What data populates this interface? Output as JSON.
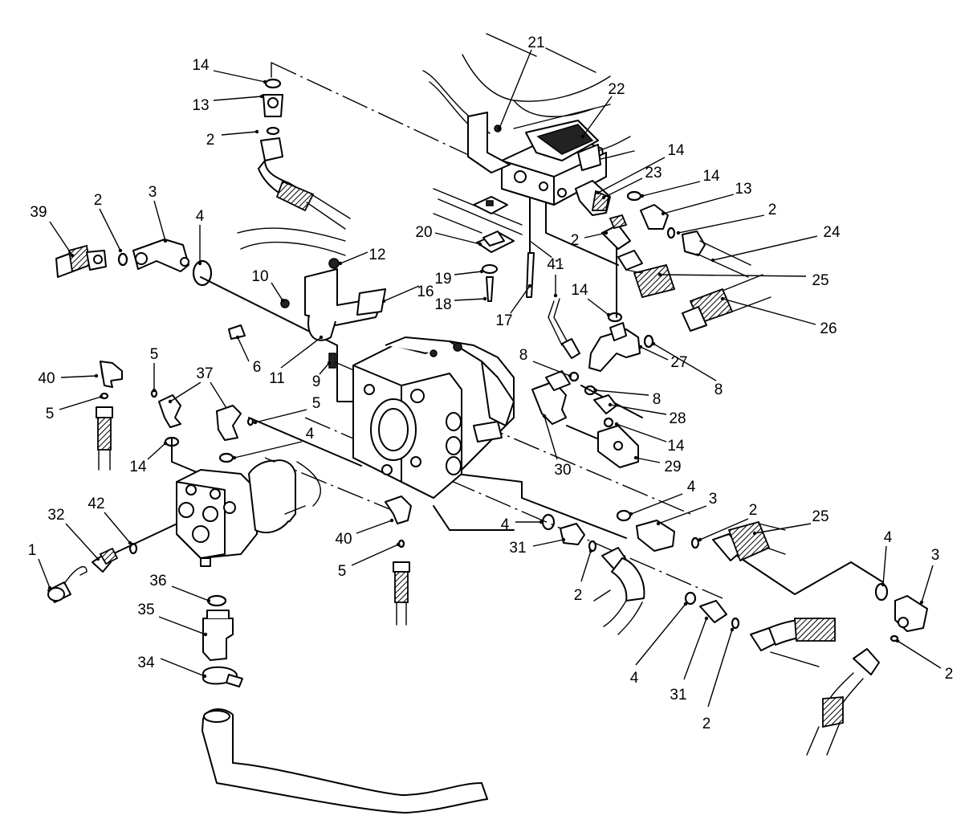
{
  "callouts": [
    {
      "label": "1"
    },
    {
      "label": "2"
    },
    {
      "label": "2"
    },
    {
      "label": "2"
    },
    {
      "label": "2"
    },
    {
      "label": "2"
    },
    {
      "label": "2"
    },
    {
      "label": "2"
    },
    {
      "label": "2"
    },
    {
      "label": "3"
    },
    {
      "label": "3"
    },
    {
      "label": "3"
    },
    {
      "label": "4"
    },
    {
      "label": "4"
    },
    {
      "label": "4"
    },
    {
      "label": "4"
    },
    {
      "label": "4"
    },
    {
      "label": "4"
    },
    {
      "label": "5"
    },
    {
      "label": "5"
    },
    {
      "label": "5"
    },
    {
      "label": "5"
    },
    {
      "label": "6"
    },
    {
      "label": "8"
    },
    {
      "label": "8"
    },
    {
      "label": "8"
    },
    {
      "label": "9"
    },
    {
      "label": "10"
    },
    {
      "label": "11"
    },
    {
      "label": "12"
    },
    {
      "label": "13"
    },
    {
      "label": "13"
    },
    {
      "label": "14"
    },
    {
      "label": "14"
    },
    {
      "label": "14"
    },
    {
      "label": "14"
    },
    {
      "label": "14"
    },
    {
      "label": "14"
    },
    {
      "label": "16"
    },
    {
      "label": "17"
    },
    {
      "label": "18"
    },
    {
      "label": "19"
    },
    {
      "label": "20"
    },
    {
      "label": "21"
    },
    {
      "label": "22"
    },
    {
      "label": "23"
    },
    {
      "label": "24"
    },
    {
      "label": "25"
    },
    {
      "label": "25"
    },
    {
      "label": "26"
    },
    {
      "label": "27"
    },
    {
      "label": "28"
    },
    {
      "label": "29"
    },
    {
      "label": "30"
    },
    {
      "label": "31"
    },
    {
      "label": "31"
    },
    {
      "label": "32"
    },
    {
      "label": "34"
    },
    {
      "label": "35"
    },
    {
      "label": "36"
    },
    {
      "label": "37"
    },
    {
      "label": "39"
    },
    {
      "label": "40"
    },
    {
      "label": "40"
    },
    {
      "label": "41"
    },
    {
      "label": "42"
    }
  ]
}
